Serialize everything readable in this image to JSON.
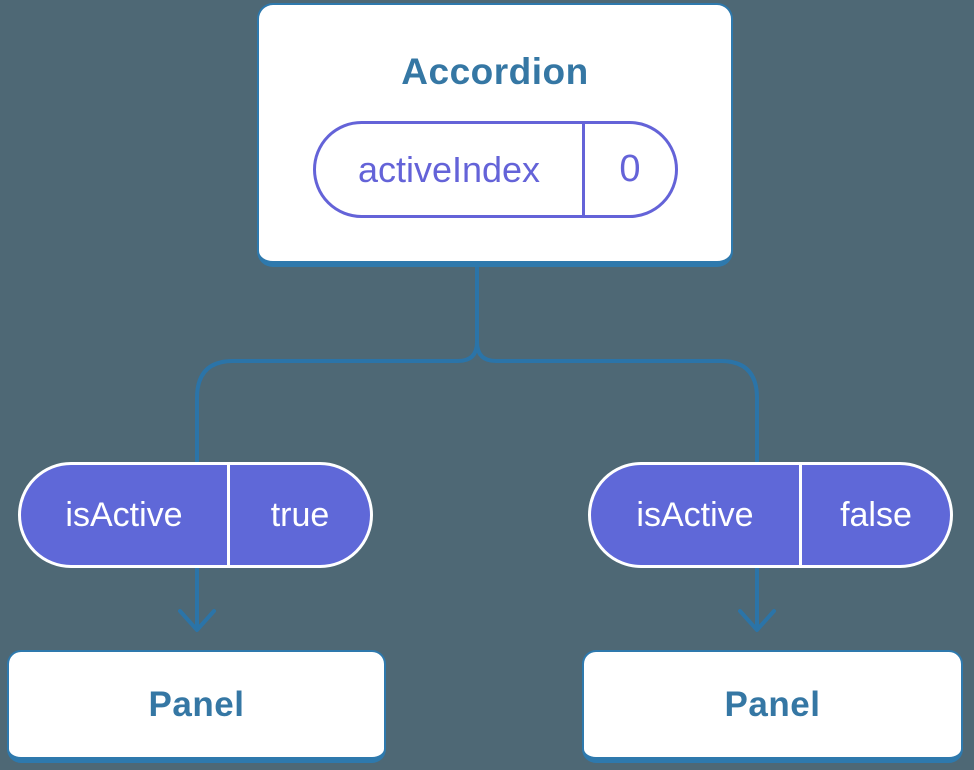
{
  "diagram": {
    "description": "React component tree: Accordion holding activeIndex state, passing isActive props to two Panels",
    "root": {
      "title": "Accordion",
      "state": {
        "name": "activeIndex",
        "value": "0"
      }
    },
    "branches": [
      {
        "prop_name": "isActive",
        "prop_value": "true",
        "child_title": "Panel"
      },
      {
        "prop_name": "isActive",
        "prop_value": "false",
        "child_title": "Panel"
      }
    ]
  },
  "colors": {
    "background": "#4e6875",
    "connector_blue": "#2b74a8",
    "card_border_blue": "#2e79ad",
    "title_text_blue": "#3577a4",
    "state_purple_outline": "#6463d8",
    "prop_purple_fill": "#5f68d8",
    "card_fill": "#ffffff",
    "prop_text": "#ffffff"
  }
}
